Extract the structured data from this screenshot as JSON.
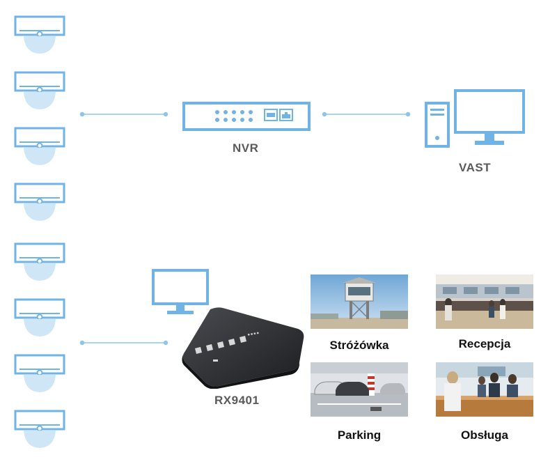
{
  "devices": {
    "nvr": {
      "label": "NVR",
      "icon": "nvr-recorder-icon"
    },
    "vast": {
      "label": "VAST",
      "icon": "desktop-computer-icon"
    },
    "rx": {
      "label": "RX9401",
      "icon": "rx-box-icon"
    },
    "monitor": {
      "icon": "monitor-icon"
    },
    "camera": {
      "icon": "dome-camera-icon"
    }
  },
  "locations": [
    {
      "label": "Stróżówka",
      "icon": "guard-tower-photo"
    },
    {
      "label": "Recepcja",
      "icon": "reception-photo"
    },
    {
      "label": "Parking",
      "icon": "parking-photo"
    },
    {
      "label": "Obsługa",
      "icon": "service-desk-photo"
    }
  ],
  "colors": {
    "line": "#8ec5ea",
    "icon_stroke": "#6fb4e4",
    "icon_fill": "#cfe6f7",
    "label_gray": "#5a5a5a",
    "box_dark": "#2c2d30"
  }
}
